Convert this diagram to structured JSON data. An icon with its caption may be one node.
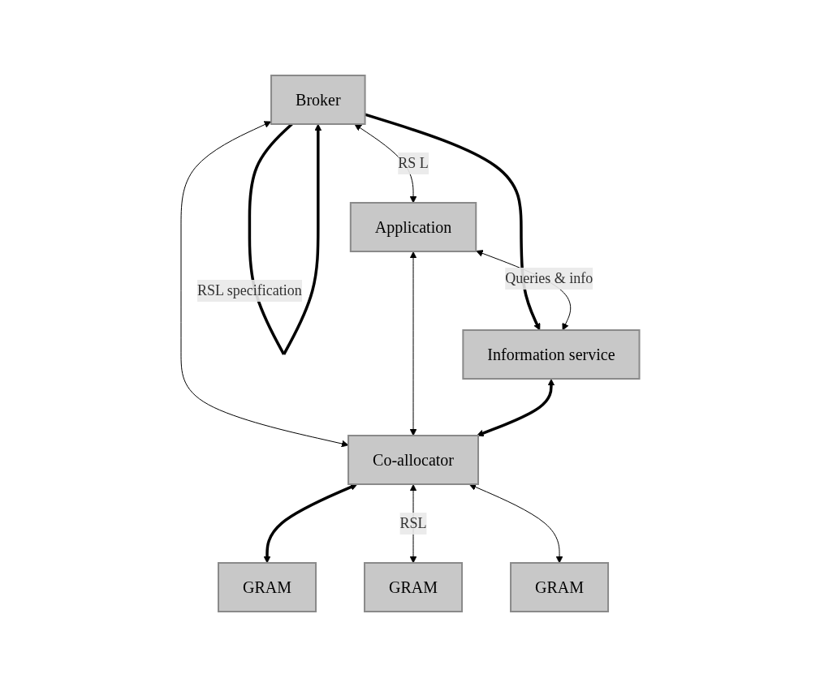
{
  "diagram": {
    "nodes": [
      {
        "text": [
          "Broker"
        ]
      },
      {
        "text": [
          "Application"
        ]
      },
      {
        "text": [
          "Information service"
        ]
      },
      {
        "text": [
          "Co-allocator"
        ]
      },
      {
        "text": [
          "GRAM"
        ]
      },
      {
        "text": [
          "GRAM"
        ]
      },
      {
        "text": [
          "GRAM"
        ]
      }
    ],
    "edges": [
      {
        "from": 0,
        "to": 0,
        "arrow": "to",
        "label": "RSL specification",
        "style": "thick"
      },
      {
        "from": 0,
        "to": 1,
        "arrow": "both",
        "label": "RS L"
      },
      {
        "from": 0,
        "to": 2,
        "arrow": "to",
        "style": "thick"
      },
      {
        "from": 0,
        "to": 3,
        "arrow": "both"
      },
      {
        "from": 1,
        "to": 2,
        "arrow": "both",
        "label": "Queries & info"
      },
      {
        "from": 1,
        "to": 3,
        "arrow": "both"
      },
      {
        "from": 2,
        "to": 3,
        "arrow": "both",
        "style": "thick"
      },
      {
        "from": 3,
        "to": 4,
        "arrow": "both",
        "style": "thick"
      },
      {
        "from": 3,
        "to": 5,
        "arrow": "both",
        "label": "RSL"
      },
      {
        "from": 3,
        "to": 6,
        "arrow": "both"
      }
    ]
  }
}
